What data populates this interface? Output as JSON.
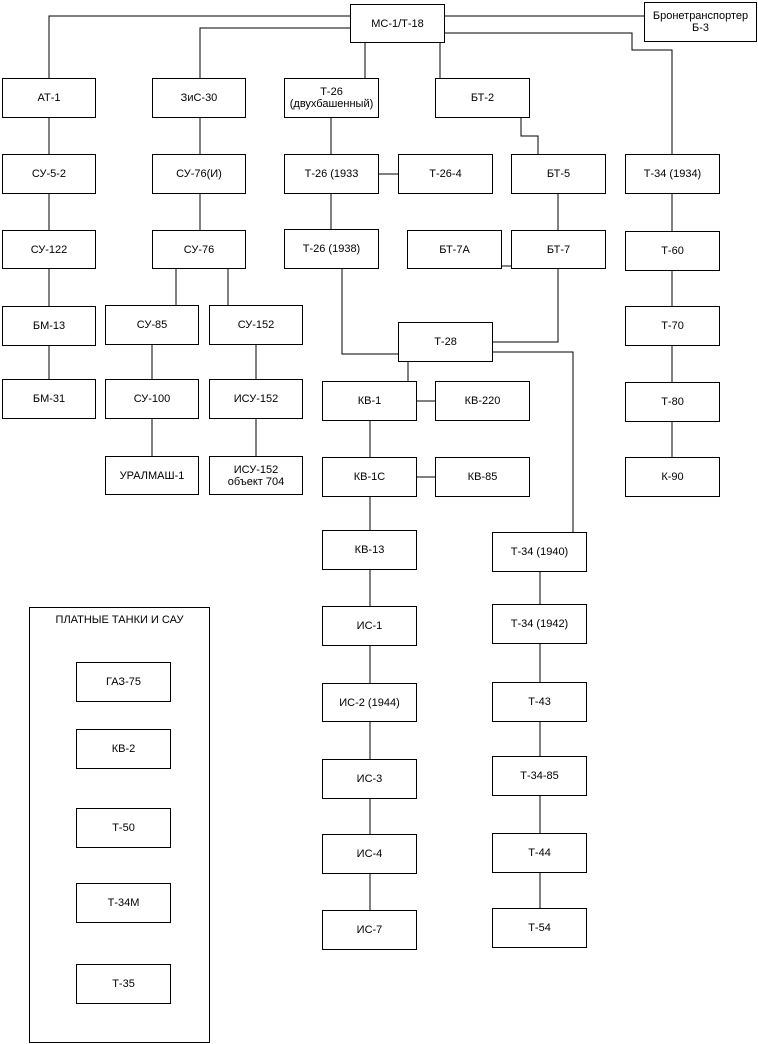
{
  "nodes": {
    "ms1": "МС-1/Т-18",
    "b3": [
      "Бронетранспортер",
      "Б-3"
    ],
    "at1": "АТ-1",
    "zis30": "ЗиС-30",
    "t26": [
      "Т-26",
      "(двухбашенный)"
    ],
    "bt2": "БТ-2",
    "su52": "СУ-5-2",
    "su76i": "СУ-76(И)",
    "t26_1933": "Т-26 (1933",
    "t26_4": "Т-26-4",
    "bt5": "БТ-5",
    "t34_1934": "Т-34 (1934)",
    "su122": "СУ-122",
    "su76": "СУ-76",
    "t26_1938": "Т-26 (1938)",
    "bt7a": "БТ-7А",
    "bt7": "БТ-7",
    "t60": "Т-60",
    "bm13": "БМ-13",
    "su85": "СУ-85",
    "su152": "СУ-152",
    "t28": "Т-28",
    "t70": "Т-70",
    "bm31": "БМ-31",
    "su100": "СУ-100",
    "isu152": "ИСУ-152",
    "kv1": "КВ-1",
    "kv220": "КВ-220",
    "t80": "Т-80",
    "uralmash1": "УРАЛМАШ-1",
    "isu152_704": [
      "ИСУ-152",
      "объект 704"
    ],
    "kv1s": "КВ-1С",
    "kv85": "КВ-85",
    "k90": "К-90",
    "kv13": "КВ-13",
    "t34_1940": "Т-34 (1940)",
    "is1": "ИС-1",
    "t34_1942": "Т-34 (1942)",
    "is2": "ИС-2 (1944)",
    "t43": "Т-43",
    "is3": "ИС-3",
    "t34_85": "Т-34-85",
    "is4": "ИС-4",
    "t44": "Т-44",
    "is7": "ИС-7",
    "t54": "Т-54"
  },
  "premium": {
    "title": "ПЛАТНЫЕ ТАНКИ И САУ",
    "items": [
      "ГАЗ-75",
      "КВ-2",
      "Т-50",
      "Т-34М",
      "Т-35"
    ]
  },
  "edges": [
    [
      "ms1",
      "b3"
    ],
    [
      "ms1",
      "at1"
    ],
    [
      "ms1",
      "zis30"
    ],
    [
      "ms1",
      "t26"
    ],
    [
      "ms1",
      "bt2"
    ],
    [
      "ms1",
      "t34_1934"
    ],
    [
      "at1",
      "su52"
    ],
    [
      "su52",
      "su122"
    ],
    [
      "su122",
      "bm13"
    ],
    [
      "bm13",
      "bm31"
    ],
    [
      "zis30",
      "su76i"
    ],
    [
      "su76i",
      "su76"
    ],
    [
      "su76",
      "su85"
    ],
    [
      "su76",
      "su152"
    ],
    [
      "su85",
      "su100"
    ],
    [
      "su100",
      "uralmash1"
    ],
    [
      "su152",
      "isu152"
    ],
    [
      "isu152",
      "isu152_704"
    ],
    [
      "t26",
      "t26_1933"
    ],
    [
      "t26_1933",
      "t26_4"
    ],
    [
      "t26_1933",
      "t26_1938"
    ],
    [
      "t26_1938",
      "t28"
    ],
    [
      "bt2",
      "bt5"
    ],
    [
      "bt5",
      "bt7"
    ],
    [
      "bt7a",
      "bt7"
    ],
    [
      "bt7",
      "t28"
    ],
    [
      "t28",
      "kv1"
    ],
    [
      "t28",
      "t34_1940"
    ],
    [
      "kv1",
      "kv220"
    ],
    [
      "kv1",
      "kv1s"
    ],
    [
      "kv1s",
      "kv85"
    ],
    [
      "kv1s",
      "kv13"
    ],
    [
      "kv13",
      "is1"
    ],
    [
      "is1",
      "is2"
    ],
    [
      "is2",
      "is3"
    ],
    [
      "is3",
      "is4"
    ],
    [
      "is4",
      "is7"
    ],
    [
      "t34_1940",
      "t34_1942"
    ],
    [
      "t34_1942",
      "t43"
    ],
    [
      "t43",
      "t34_85"
    ],
    [
      "t34_85",
      "t44"
    ],
    [
      "t44",
      "t54"
    ],
    [
      "t34_1934",
      "t60"
    ],
    [
      "t60",
      "t70"
    ],
    [
      "t70",
      "t80"
    ],
    [
      "t80",
      "k90"
    ]
  ]
}
